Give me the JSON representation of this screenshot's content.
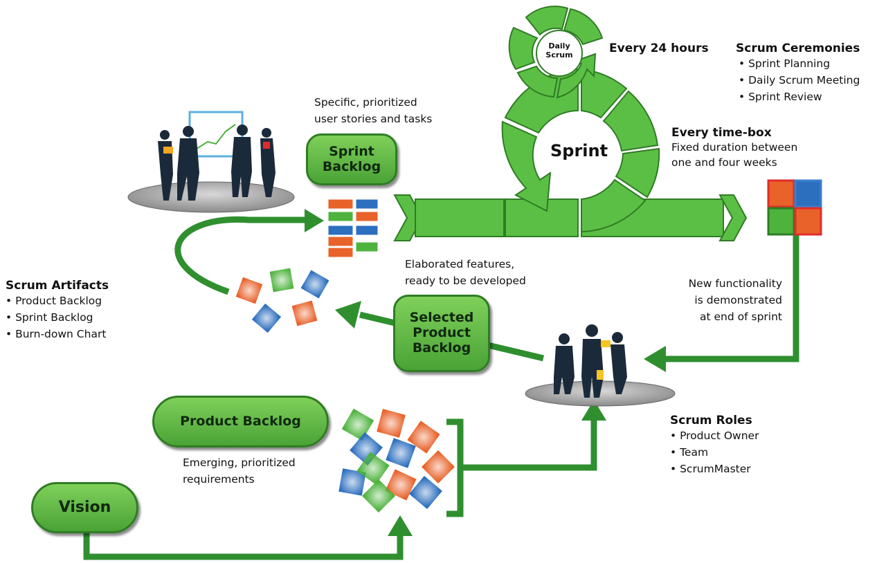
{
  "ceremonies": {
    "title": "Scrum Ceremonies",
    "items": [
      "Sprint Planning",
      "Daily Scrum Meeting",
      "Sprint Review"
    ]
  },
  "artifacts": {
    "title": "Scrum Artifacts",
    "items": [
      "Product Backlog",
      "Sprint Backlog",
      "Burn-down Chart"
    ]
  },
  "roles": {
    "title": "Scrum Roles",
    "items": [
      "Product Owner",
      "Team",
      "ScrumMaster"
    ]
  },
  "daily": {
    "circle_label_1": "Daily",
    "circle_label_2": "Scrum",
    "caption": "Every 24 hours"
  },
  "sprint": {
    "label": "Sprint",
    "timebox_title": "Every time-box",
    "timebox_line1": "Fixed duration between",
    "timebox_line2": "one and four weeks"
  },
  "sprint_backlog": {
    "label_1": "Sprint",
    "label_2": "Backlog",
    "desc_1": "Specific, prioritized",
    "desc_2": "user stories and tasks"
  },
  "selected_backlog": {
    "label_1": "Selected",
    "label_2": "Product",
    "label_3": "Backlog",
    "desc_1": "Elaborated features,",
    "desc_2": "ready to be developed"
  },
  "product_backlog": {
    "label": "Product Backlog",
    "desc_1": "Emerging, prioritized",
    "desc_2": "requirements"
  },
  "vision": {
    "label": "Vision"
  },
  "demo": {
    "line1": "New functionality",
    "line2": "is demonstrated",
    "line3": "at end of sprint"
  },
  "colors": {
    "green": "#4db33d",
    "dark_green": "#2f7c24",
    "orange": "#e8622a",
    "blue": "#2d6fbf",
    "red": "#e02b2b"
  }
}
